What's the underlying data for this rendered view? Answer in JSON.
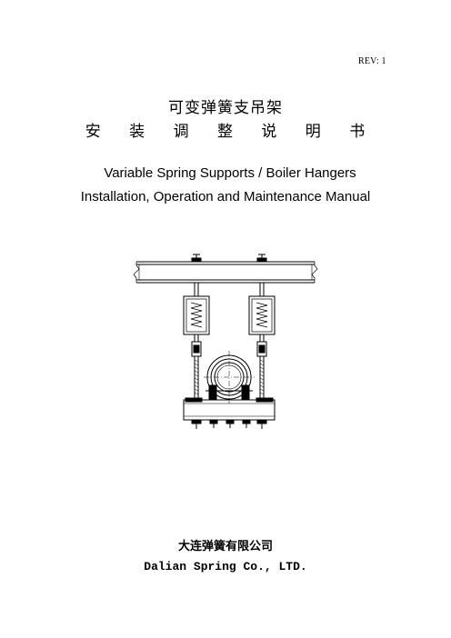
{
  "revision": "REV: 1",
  "title_cn": "可变弹簧支吊架",
  "subtitle_cn": "安 装 调 整 说 明 书",
  "title_en_line1": "Variable Spring Supports / Boiler Hangers",
  "title_en_line2": "Installation, Operation and Maintenance Manual",
  "company_cn": "大连弹簧有限公司",
  "company_en": "Dalian Spring Co., LTD."
}
